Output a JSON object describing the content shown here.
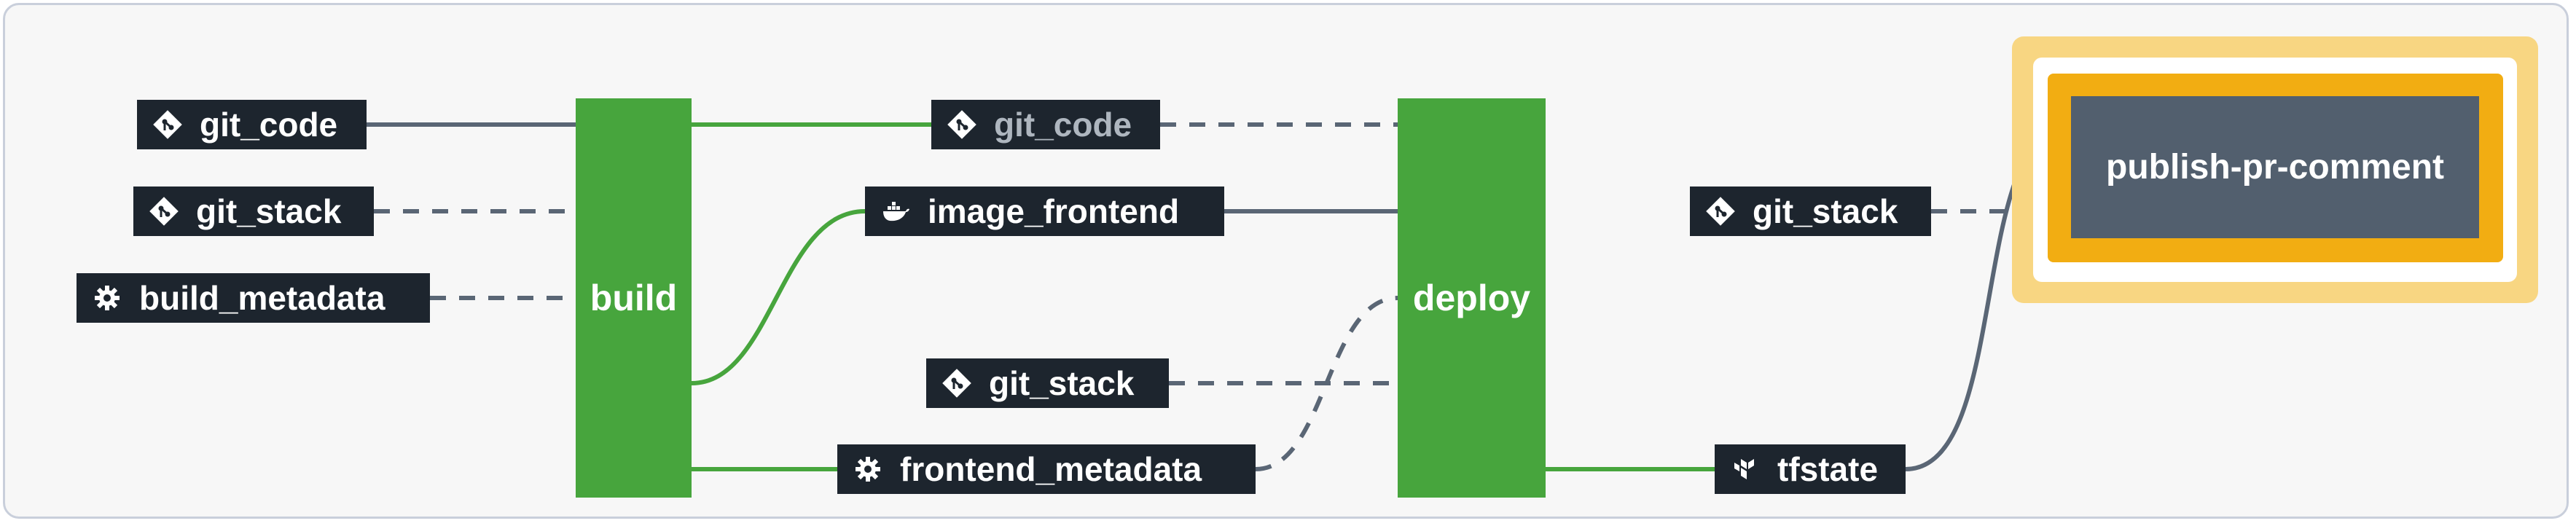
{
  "colors": {
    "job_green": "#47a53d",
    "resource_dark": "#1d252e",
    "highlight_orange": "#f2ad12",
    "highlight_glow": "#f8d682",
    "selected_job": "#525f6e",
    "link_dark": "#5a6675",
    "link_green": "#47a53d"
  },
  "resources": {
    "git_code_in": {
      "label": "git_code",
      "icon": "git-icon"
    },
    "git_stack_in": {
      "label": "git_stack",
      "icon": "git-icon"
    },
    "build_metadata": {
      "label": "build_metadata",
      "icon": "gear-icon"
    },
    "git_code_out": {
      "label": "git_code",
      "icon": "git-icon"
    },
    "image_frontend": {
      "label": "image_frontend",
      "icon": "docker-icon"
    },
    "git_stack_mid": {
      "label": "git_stack",
      "icon": "git-icon"
    },
    "frontend_metadata": {
      "label": "frontend_metadata",
      "icon": "gear-icon"
    },
    "git_stack_right": {
      "label": "git_stack",
      "icon": "git-icon"
    },
    "tfstate": {
      "label": "tfstate",
      "icon": "terraform-icon"
    }
  },
  "jobs": {
    "build": {
      "label": "build"
    },
    "deploy": {
      "label": "deploy"
    },
    "publish": {
      "label": "publish-pr-comment",
      "highlighted": true
    }
  }
}
